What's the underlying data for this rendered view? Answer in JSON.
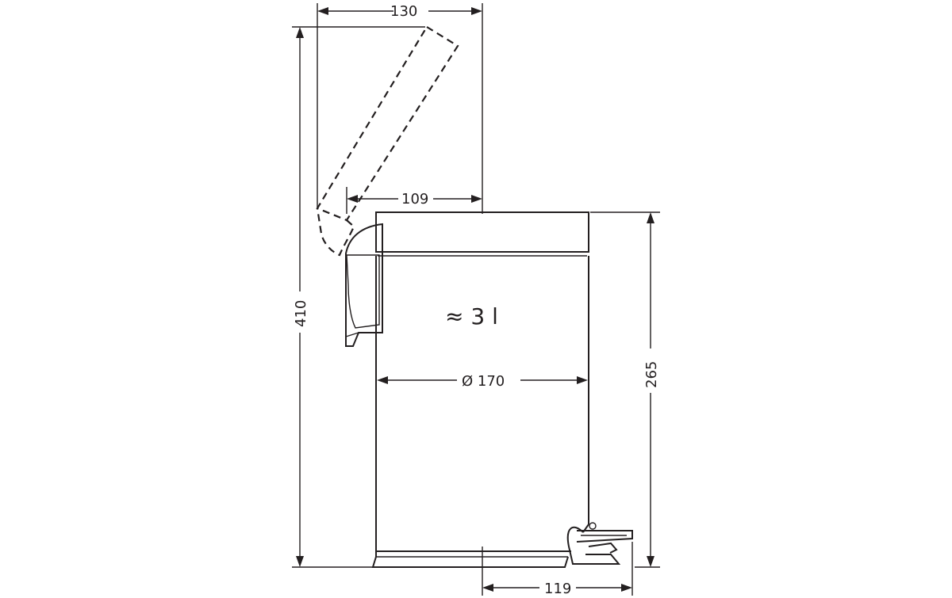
{
  "dimensions": {
    "lid_reach": "130",
    "lid_offset": "109",
    "total_height_open": "410",
    "body_height": "265",
    "diameter": "Ø 170",
    "pedal_depth": "119"
  },
  "capacity_label": "≈ 3 l"
}
